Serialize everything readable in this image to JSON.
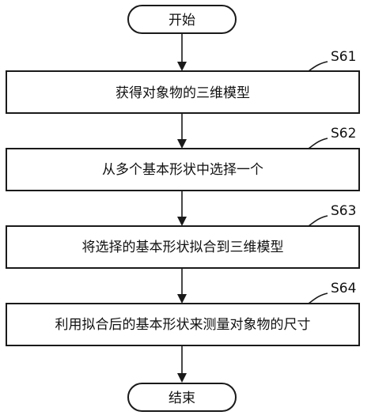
{
  "start": {
    "label": "开始"
  },
  "end": {
    "label": "结束"
  },
  "steps": [
    {
      "id": "S61",
      "label": "获得对象物的三维模型"
    },
    {
      "id": "S62",
      "label": "从多个基本形状中选择一个"
    },
    {
      "id": "S63",
      "label": "将选择的基本形状拟合到三维模型"
    },
    {
      "id": "S64",
      "label": "利用拟合后的基本形状来测量对象物的尺寸"
    }
  ]
}
